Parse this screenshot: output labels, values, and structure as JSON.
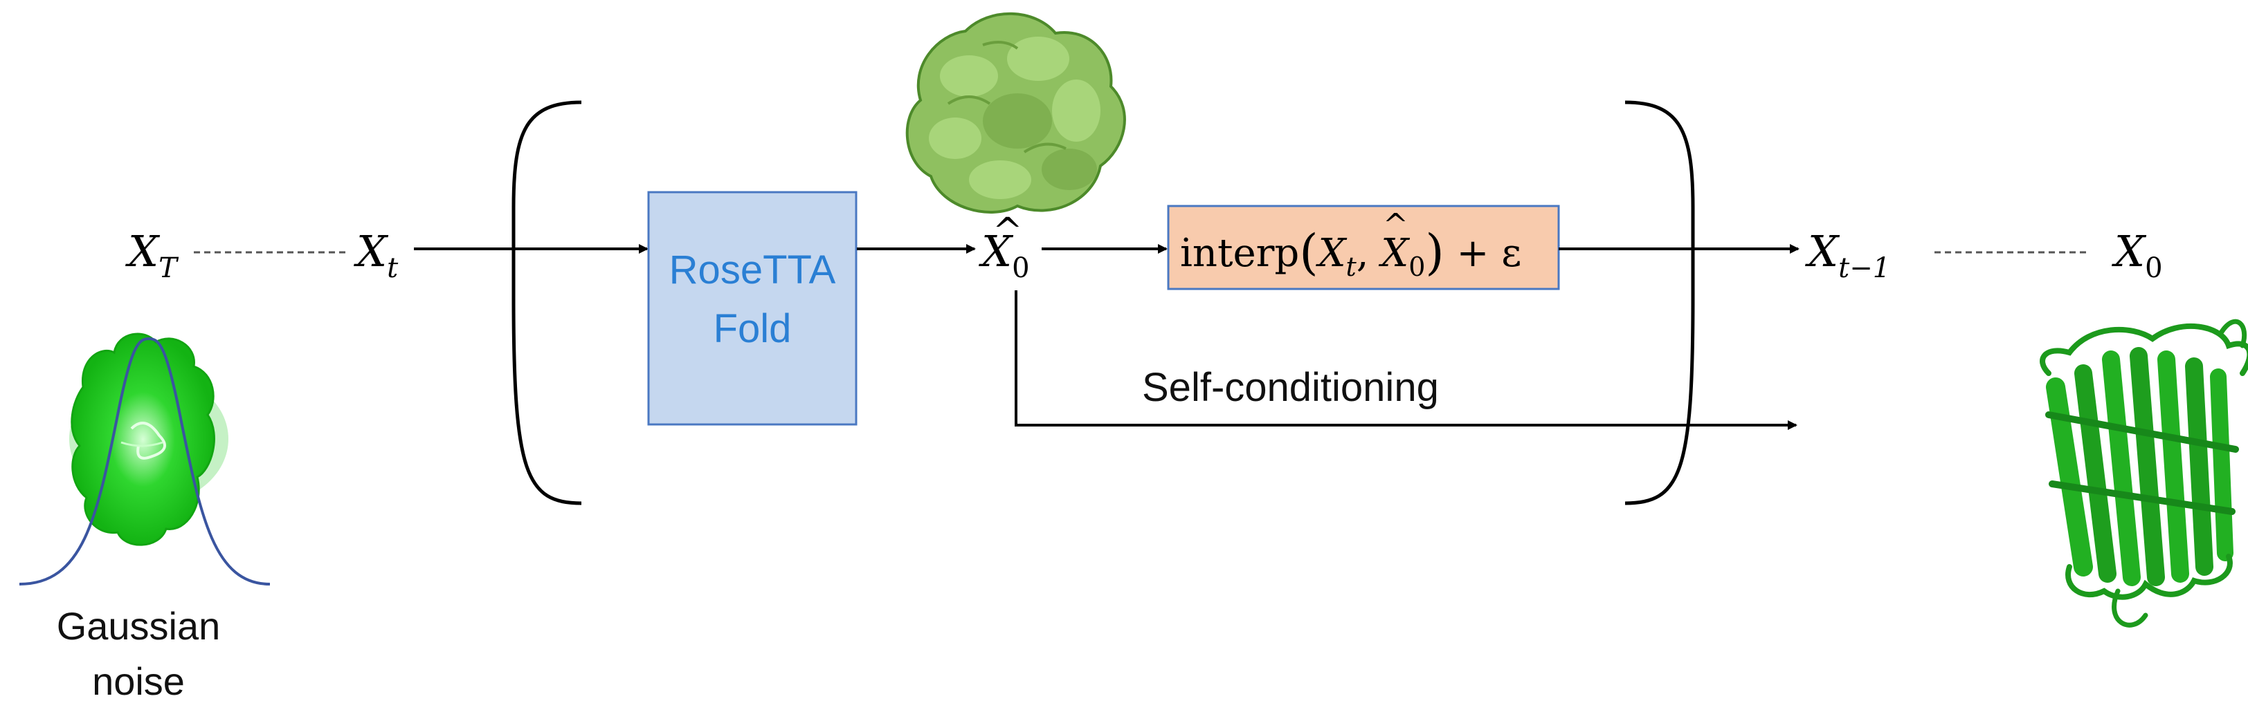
{
  "nodes": {
    "x_T": {
      "base": "X",
      "sub": "T"
    },
    "x_t": {
      "base": "X",
      "sub": "t"
    },
    "model": {
      "line1": "RoseTTA",
      "line2": "Fold"
    },
    "x0_hat": {
      "base": "X",
      "hat": "^",
      "sub": "0"
    },
    "interp": {
      "fn": "interp",
      "arg1_base": "X",
      "arg1_sub": "t",
      "arg2_base": "X",
      "arg2_sub": "0",
      "plus_term": "+ ε"
    },
    "x_tm1": {
      "base": "X",
      "sub": "t−1"
    },
    "x_0": {
      "base": "X",
      "sub": "0"
    }
  },
  "labels": {
    "self_conditioning": "Self-conditioning",
    "noise_line1": "Gaussian",
    "noise_line2": "noise"
  },
  "colors": {
    "model_fill": "#c5d7ef",
    "model_stroke": "#4a78c2",
    "model_text": "#2a7fd4",
    "interp_fill": "#f8cbad",
    "interp_stroke": "#4a78c2",
    "blob": "#8fc060",
    "protein": "#22a822",
    "bell_curve": "#3a55a0"
  }
}
